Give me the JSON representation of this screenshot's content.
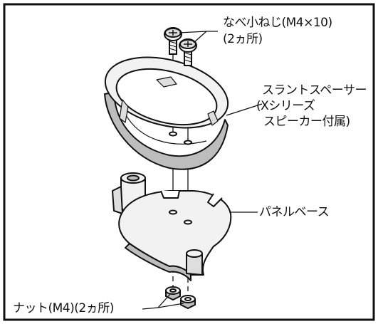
{
  "colors": {
    "line": "#111111",
    "background": "#ffffff",
    "part_fill": "#f2f2f2",
    "shade": "#bdbdbd"
  },
  "labels": {
    "screw_line1": "なべ小ねじ(M4×10)",
    "screw_line2": "(2ヵ所)",
    "spacer_line1": "スラントスペーサー",
    "spacer_line2": "(Xシリーズ",
    "spacer_line3": "スピーカー付属)",
    "panel_base": "パネルベース",
    "nut": "ナット(M4)(2ヵ所)"
  }
}
